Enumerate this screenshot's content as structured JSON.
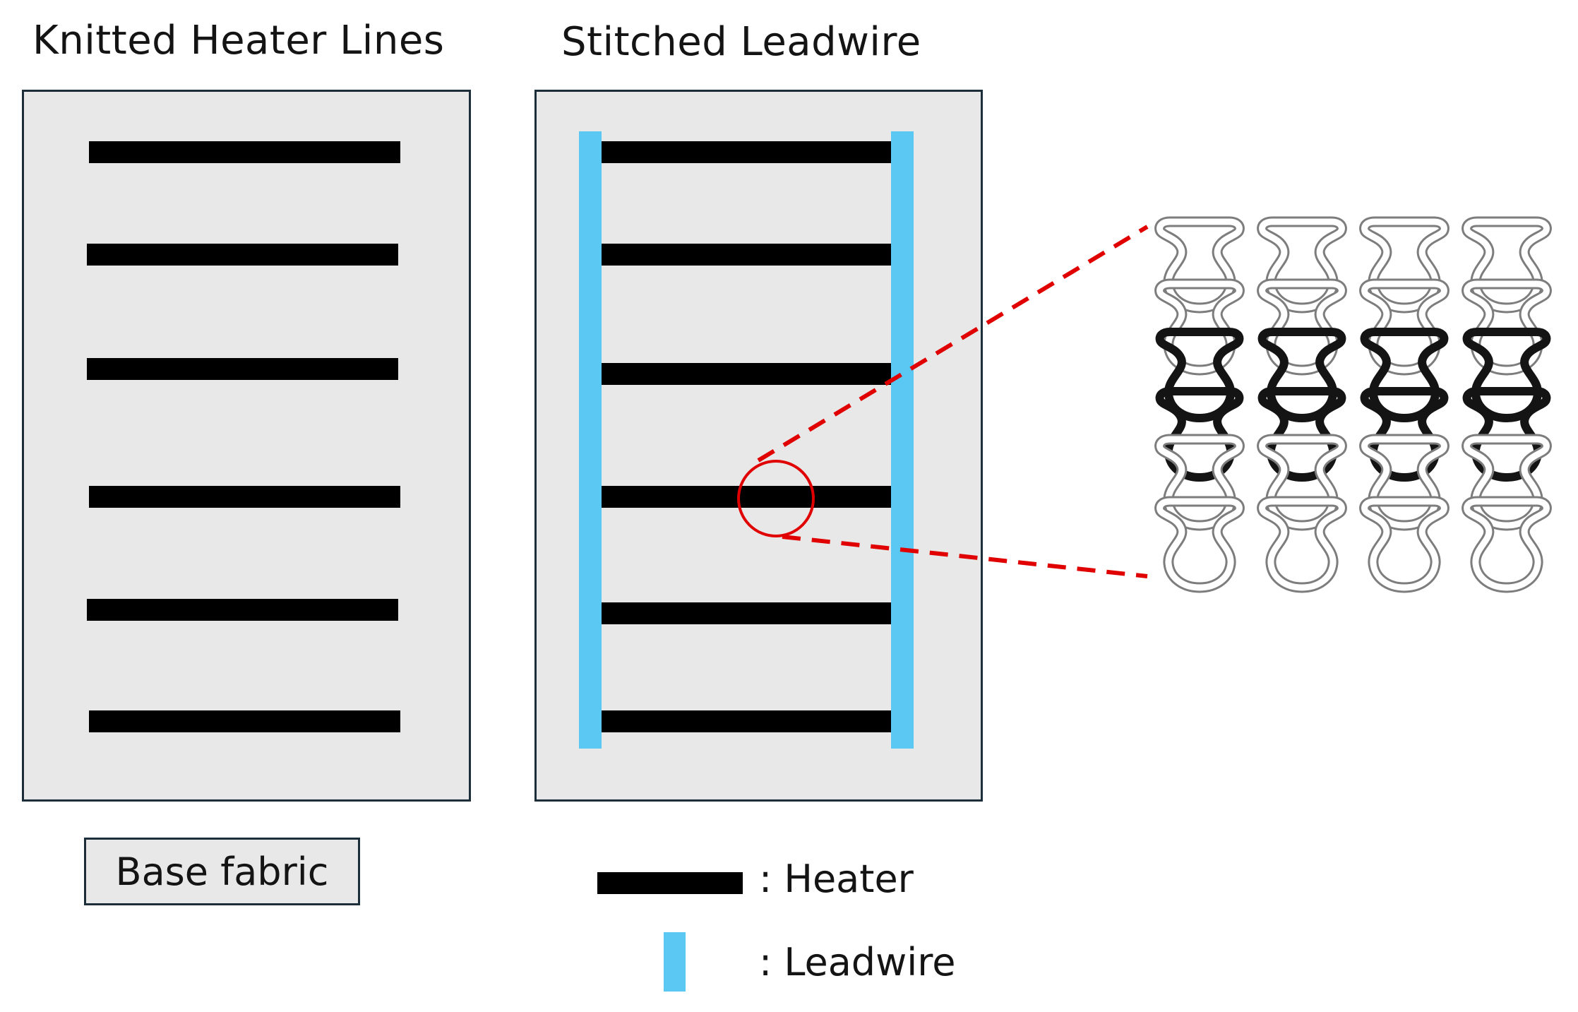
{
  "titles": {
    "left": "Knitted Heater Lines",
    "right": "Stitched Leadwire"
  },
  "legend": {
    "base_fabric": "Base fabric",
    "heater": ": Heater",
    "leadwire": ": Leadwire"
  },
  "colors": {
    "heater": "#000000",
    "leadwire": "#5ac8f2",
    "fabric": "#e8e8e8",
    "border": "#1d2e3b",
    "zoom": "#e00000"
  },
  "panels": {
    "left": {
      "heater_line_count": 6
    },
    "right": {
      "heater_line_count": 6,
      "leadwire_count": 2
    }
  }
}
